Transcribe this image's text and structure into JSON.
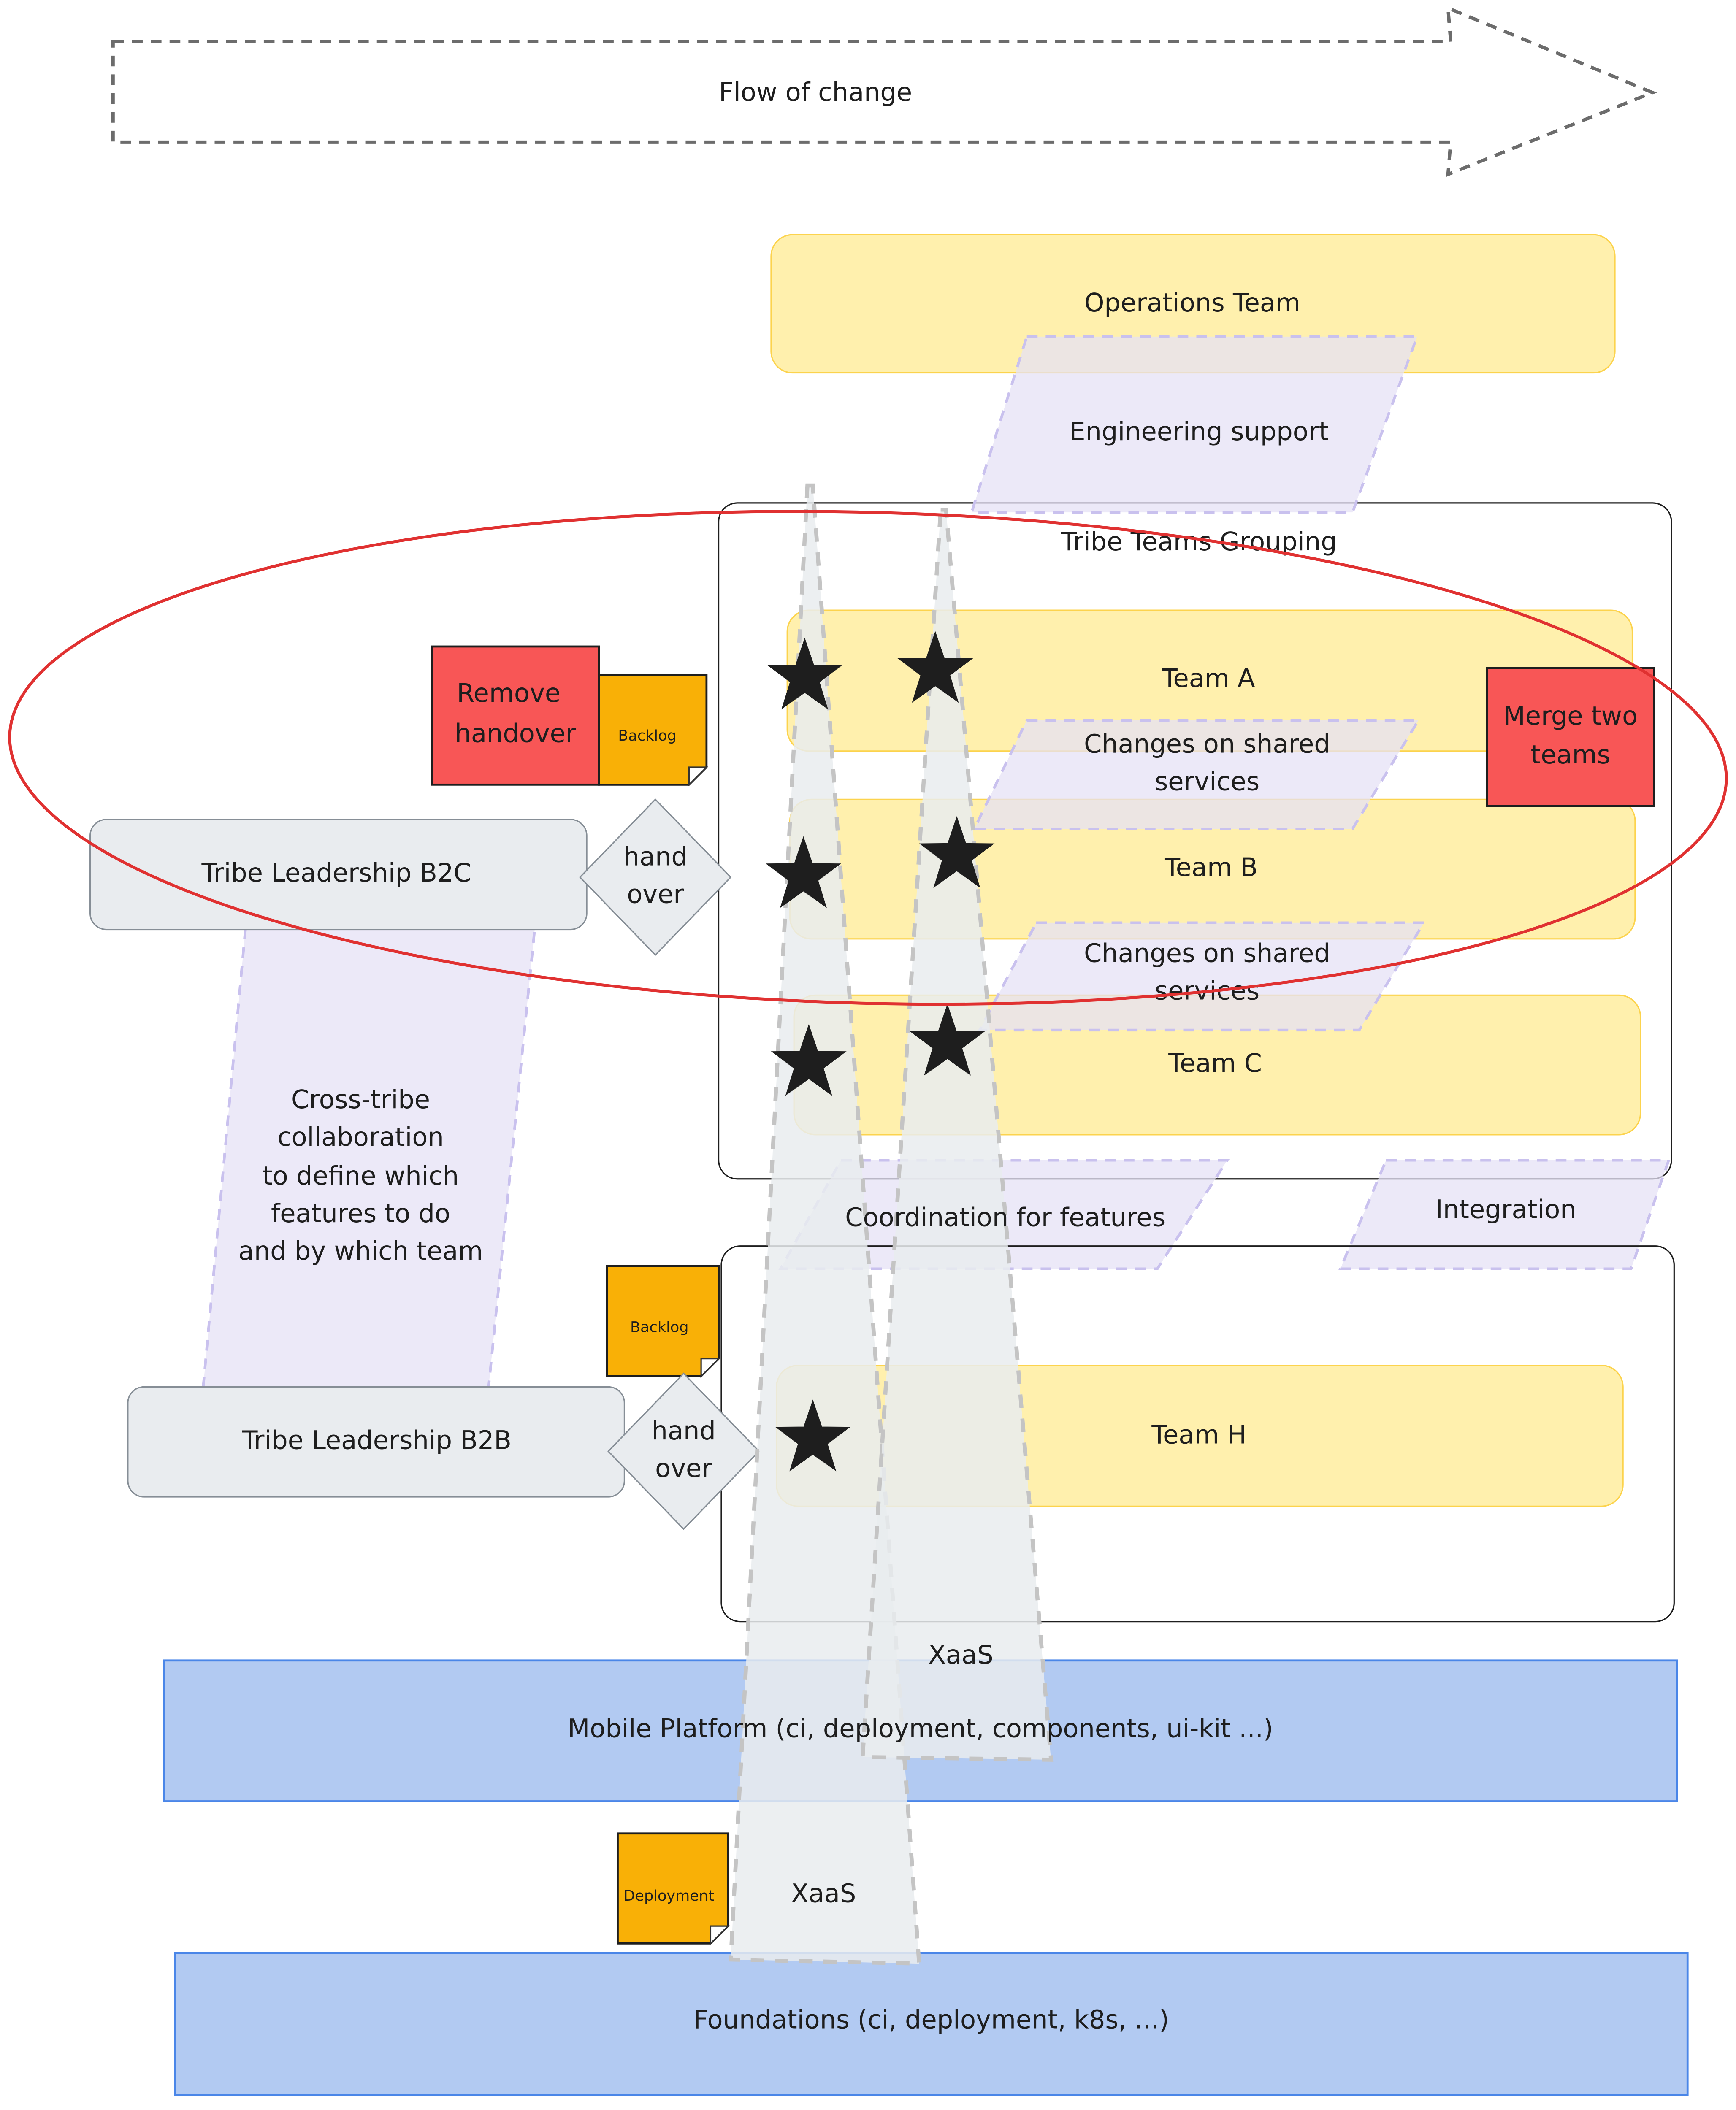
{
  "flow_arrow": {
    "label": "Flow of change"
  },
  "operations": {
    "label": "Operations Team"
  },
  "engineering_support": {
    "label": "Engineering support"
  },
  "tribe_grouping": {
    "label": "Tribe Teams Grouping"
  },
  "teams": {
    "a": "Team A",
    "b": "Team B",
    "c": "Team C",
    "h": "Team H"
  },
  "shared_services": [
    {
      "line1": "Changes on shared",
      "line2": "services"
    },
    {
      "line1": "Changes on shared",
      "line2": "services"
    }
  ],
  "notes": {
    "remove_handover": {
      "line1": "Remove",
      "line2": "handover"
    },
    "merge_teams": {
      "line1": "Merge two",
      "line2": "teams"
    },
    "backlog_1": "Backlog",
    "backlog_2": "Backlog",
    "deployment": "Deployment"
  },
  "leadership": {
    "b2c": "Tribe Leadership B2C",
    "b2b": "Tribe Leadership B2B"
  },
  "handover": [
    {
      "line1": "hand",
      "line2": "over"
    },
    {
      "line1": "hand",
      "line2": "over"
    }
  ],
  "cross_tribe": {
    "lines": [
      "Cross-tribe",
      "collaboration",
      "to define which",
      "features to do",
      "and by which team"
    ]
  },
  "coordination": {
    "label": "Coordination for features"
  },
  "integration": {
    "label": "Integration"
  },
  "xaas": [
    "XaaS",
    "XaaS"
  ],
  "mobile_platform": {
    "label": "Mobile Platform (ci, deployment, components, ui-kit ...)"
  },
  "foundations": {
    "label": "Foundations (ci, deployment, k8s, ...)"
  },
  "colors": {
    "team_fill": "#ffec99",
    "sticky_orange": "#f9b006",
    "sticky_red": "#f85656",
    "platform_blue": "#a5c1f0",
    "platform_stroke": "#4a86e8",
    "ellipse_red": "#e03131",
    "parallelogram_lilac": "#e5e1f5"
  },
  "icons": {
    "star": "star-icon"
  }
}
